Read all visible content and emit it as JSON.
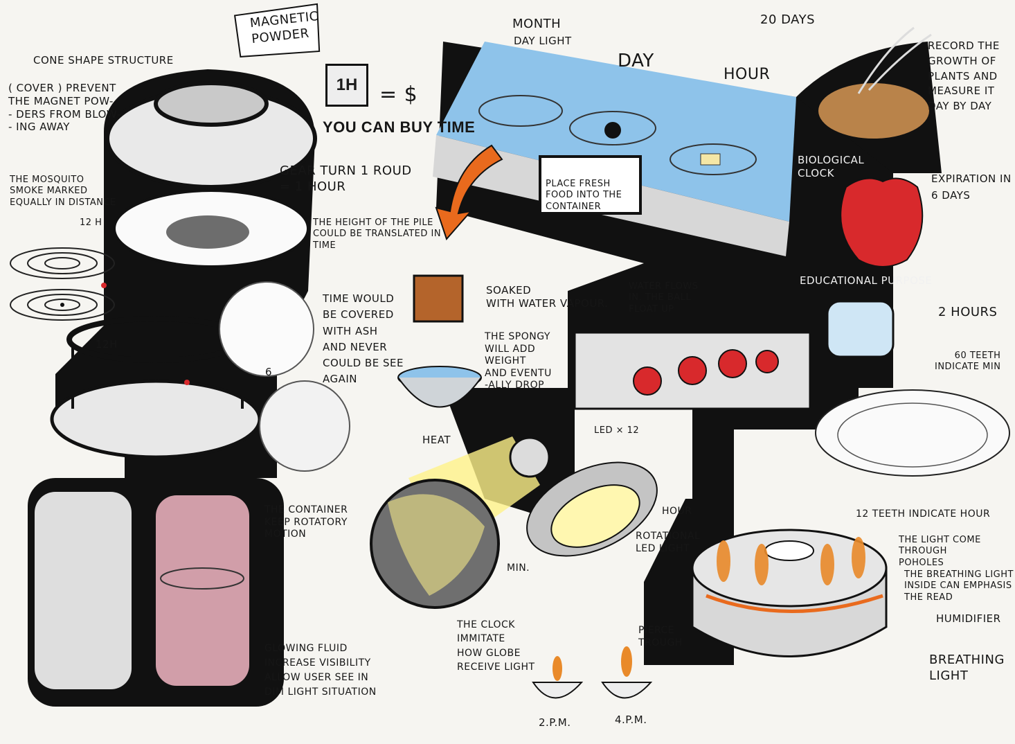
{
  "colors": {
    "ink": "#111111",
    "paper": "#f6f5f1",
    "blue": "#8ec3ea",
    "red": "#d8292c",
    "orange": "#e96a1d",
    "pink": "#f3b7c4",
    "yellow": "#fff28a",
    "grey": "#b9bcbf"
  },
  "labels": {
    "magnetic_powder": "MAGNETIC\nPOWDER",
    "cone_shape": "CONE SHAPE STRUCTURE",
    "cover_prevent": "( COVER ) PREVENT\nTHE MAGNET POW-\n- DERS FROM BLOW-\n- ING AWAY",
    "one_h": "1H",
    "equals_dollar": "= $",
    "buy_time": "YOU CAN BUY TIME",
    "gear_turn": "GEAR TURN 1 ROUD\n= 1 HOUR",
    "mosquito": "THE MOSQUITO\nSMOKE MARKED\nEQUALLY IN DISTANCE",
    "twelve_h_a": "12 H",
    "twelve_h_b": "12H",
    "height_pile": "THE HEIGHT OF THE PILE\nCOULD BE TRANSLATED IN\nTIME",
    "time_covered": "TIME WOULD\nBE COVERED\nWITH ASH\nAND NEVER\nCOULD BE SEE\nAGAIN",
    "six": "6",
    "month": "MONTH",
    "day_light": "DAY LIGHT",
    "day": "DAY",
    "hour": "HOUR",
    "twenty_days": "20 DAYS",
    "record_growth": "RECORD THE\nGROWTH OF\nPLANTS AND\nMEASURE IT\nDAY BY DAY",
    "place_food": "PLACE FRESH\nFOOD INTO THE\nCONTAINER",
    "biological_clock": "BIOLOGICAL\nCLOCK",
    "expiration": "EXPIRATION IN\n6 DAYS",
    "educational": "EDUCATIONAL PURPOSE",
    "two_hours": "2 HOURS",
    "soaked": "SOAKED\nWITH WATER VAPOUR.",
    "water_flows": "WATER FLOWS\nIN. THE BALL\nFLOAT UP",
    "spongy": "THE SPONGY\nWILL ADD\nWEIGHT\nAND EVENTU\n-ALLY DROP",
    "heat": "HEAT",
    "sixty_teeth": "60 TEETH\nINDICATE MIN",
    "led_x12": "LED × 12",
    "container_keep": "THE CONTAINER\nKEEP ROTATORY\nMOTION",
    "glowing_fluid": "GLOWING FLUID\nINCREASE VISIBILITY\nALLOW USER SEE IN\nDIM LIGHT SITUATION",
    "hour_led": "HOUR",
    "rotational_led": "ROTATIONAL\nLED LIGHT",
    "min": "MIN.",
    "clock_imitate": "THE CLOCK\nIMMITATE\nHOW GLOBE\nRECEIVE LIGHT",
    "twelve_teeth": "12 TEETH INDICATE HOUR",
    "light_through": "THE LIGHT COME THROUGH\nPOHOLES",
    "breathing_inside": "THE BREATHING LIGHT\nINSIDE CAN EMPHASIS\nTHE READ",
    "humidifier": "HUMIDIFIER",
    "pierce_trough": "PIERCE\nTROUGH",
    "breathing_light": "BREATHING\nLIGHT",
    "two_pm": "2.P.M.",
    "four_pm": "4.P.M."
  }
}
